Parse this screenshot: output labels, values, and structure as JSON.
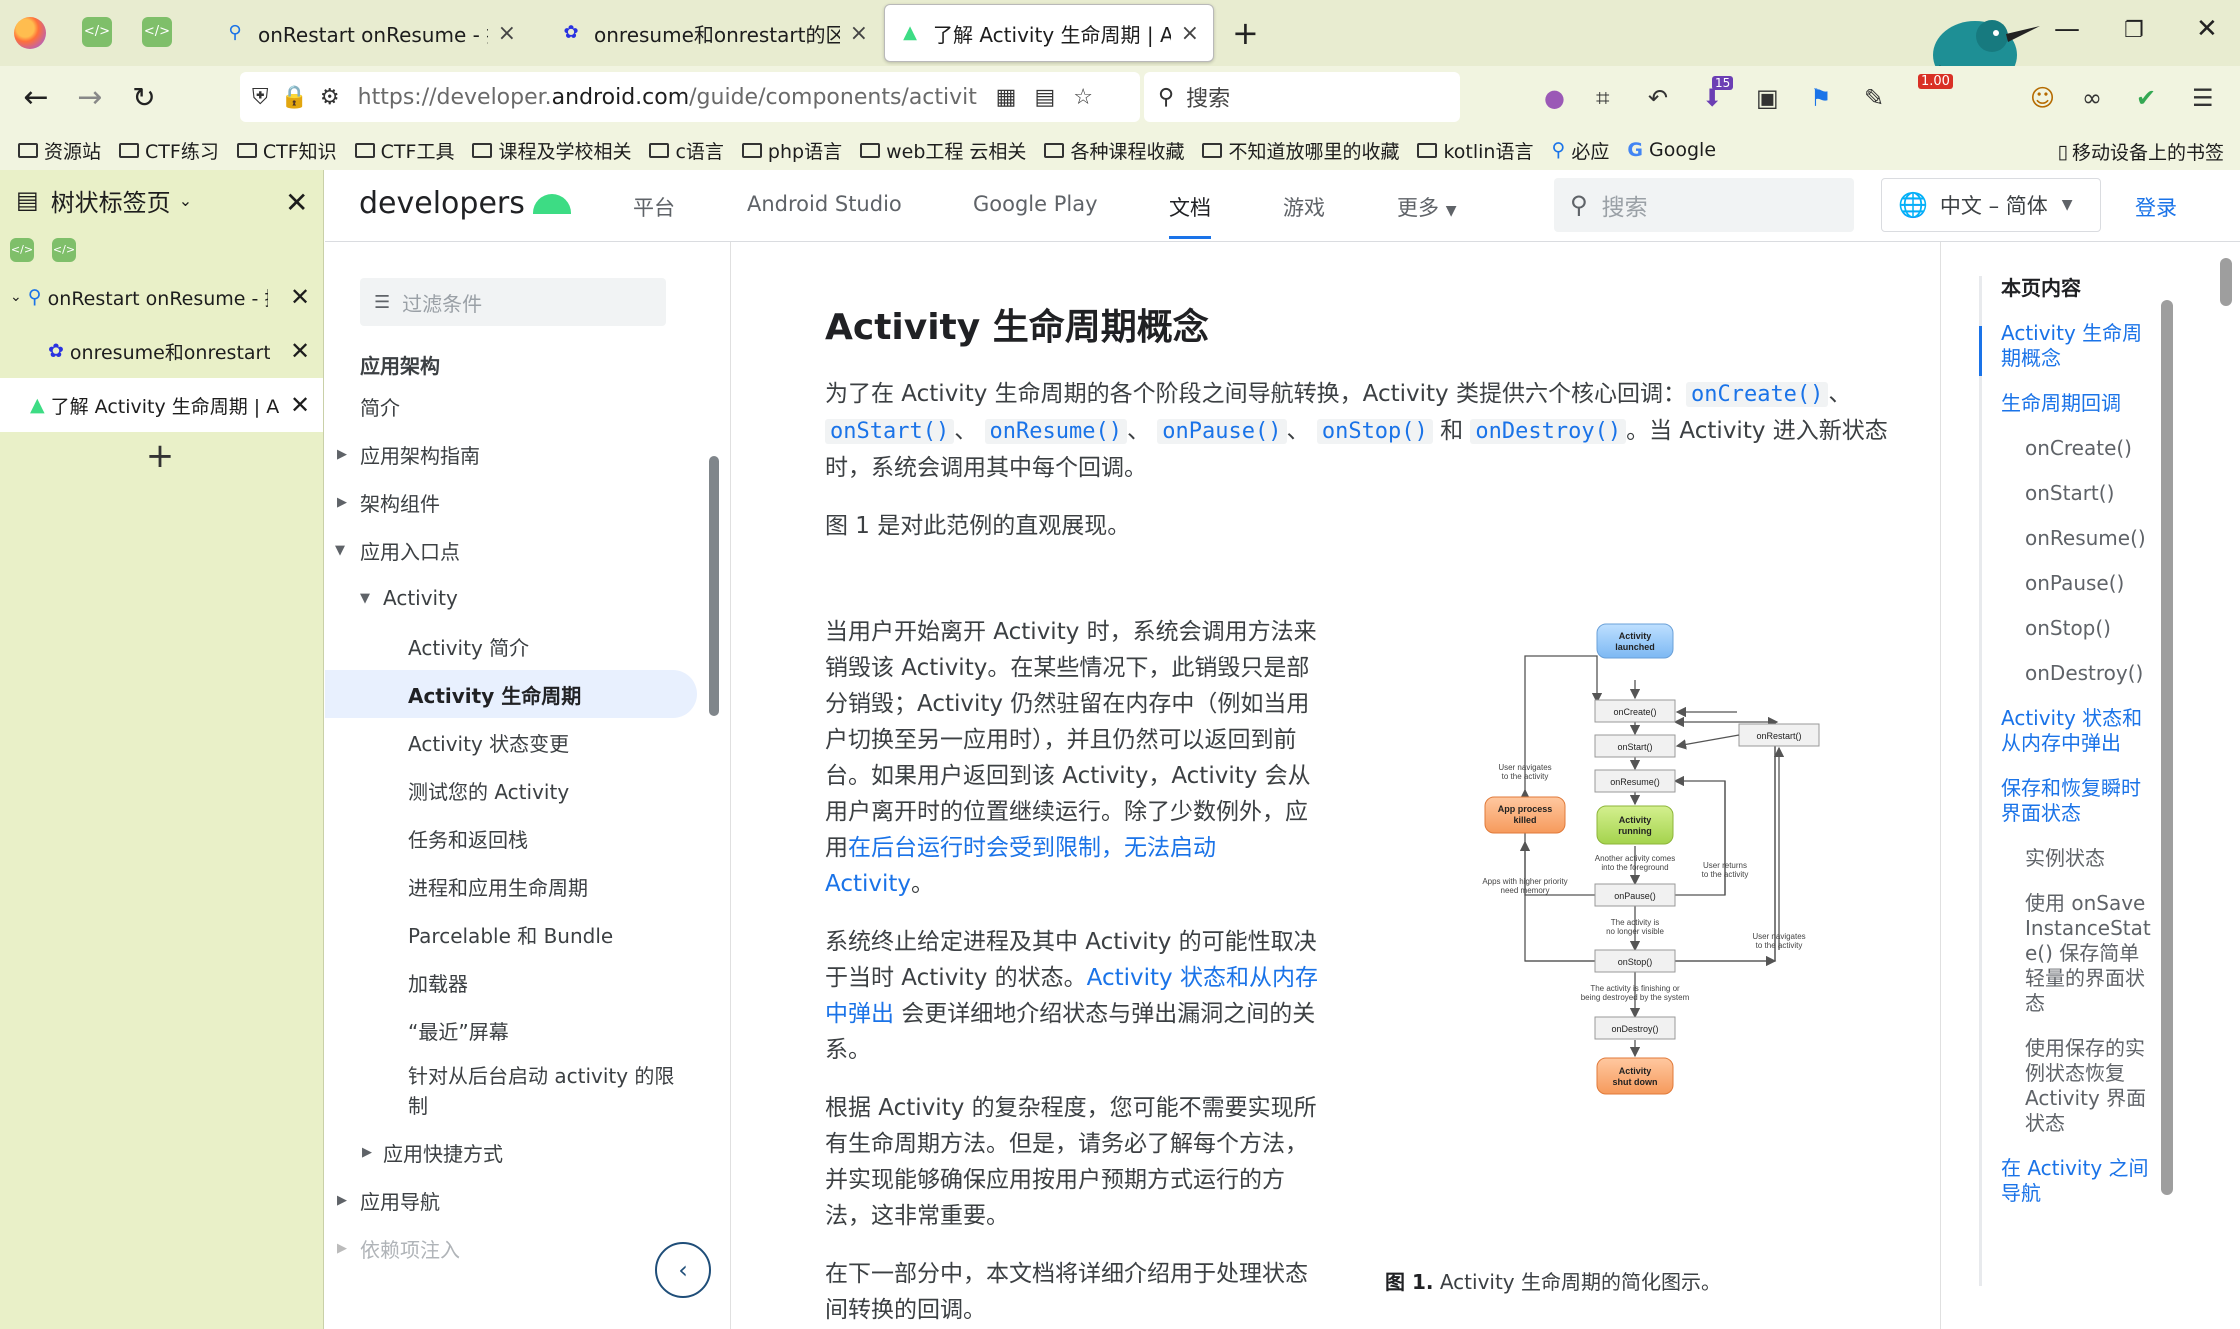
{
  "browser": {
    "tabs": [
      {
        "title": "onRestart onResume - 搜索",
        "icon": "search-icon"
      },
      {
        "title": "onresume和onrestart的区别?",
        "icon": "baidu-icon"
      },
      {
        "title": "了解 Activity 生命周期 | Andr",
        "icon": "android-icon"
      }
    ],
    "url_prefix": "https://developer.",
    "url_host": "android.com",
    "url_path": "/guide/components/activities/ac",
    "search_placeholder": "搜索",
    "badge_count": "15",
    "zoom": "1.00",
    "bookmarks": [
      "资源站",
      "CTF练习",
      "CTF知识",
      "CTF工具",
      "课程及学校相关",
      "c语言",
      "php语言",
      "web工程 云相关",
      "各种课程收藏",
      "不知道放哪里的收藏",
      "kotlin语言",
      "必应",
      "Google"
    ],
    "mobile_bookmarks": "移动设备上的书签"
  },
  "treetabs": {
    "title": "树状标签页",
    "items": [
      {
        "title": "onRestart onResume - 搜索"
      },
      {
        "title": "onresume和onrestart的区别"
      },
      {
        "title": "了解 Activity 生命周期 | Andr"
      }
    ]
  },
  "site": {
    "logo": "developers",
    "nav": [
      "平台",
      "Android Studio",
      "Google Play",
      "文档",
      "游戏",
      "更多"
    ],
    "search_placeholder": "搜索",
    "language": "中文 – 简体",
    "login": "登录"
  },
  "docnav": {
    "filter_placeholder": "过滤条件",
    "items": [
      "应用架构",
      "简介",
      "应用架构指南",
      "架构组件",
      "应用入口点",
      "Activity",
      "Activity 简介",
      "Activity 生命周期",
      "Activity 状态变更",
      "测试您的 Activity",
      "任务和返回栈",
      "进程和应用生命周期",
      "Parcelable 和 Bundle",
      "加载器",
      "“最近”屏幕",
      "针对从后台启动 activity 的限制",
      "应用快捷方式",
      "应用导航",
      "依赖项注入"
    ]
  },
  "article": {
    "title": "Activity 生命周期概念",
    "p1_a": "为了在 Activity 生命周期的各个阶段之间导航转换，Activity 类提供六个核心回调：",
    "callbacks": [
      "onCreate()",
      "onStart()",
      "onResume()",
      "onPause()",
      "onStop()",
      "onDestroy()"
    ],
    "sep": "、",
    "and": "和",
    "p1_b": "。当 Activity 进入新状态时，系统会调用其中每个回调。",
    "p2": "图 1 是对此范例的直观展现。",
    "p3_a": "当用户开始离开 Activity 时，系统会调用方法来销毁该 Activity。在某些情况下，此销毁只是部分销毁；Activity 仍然驻留在内存中（例如当用户切换至另一应用时），并且仍然可以返回到前台。如果用户返回到该 Activity，Activity 会从用户离开时的位置继续运行。除了少数例外，应用",
    "p3_link": "在后台运行时会受到限制，无法启动 Activity",
    "p3_b": "。",
    "p4_a": "系统终止给定进程及其中 Activity 的可能性取决于当时 Activity 的状态。",
    "p4_link": "Activity 状态和从内存中弹出",
    "p4_b": " 会更详细地介绍状态与弹出漏洞之间的关系。",
    "p5": "根据 Activity 的复杂程度，您可能不需要实现所有生命周期方法。但是，请务必了解每个方法，并实现能够确保应用按用户预期方式运行的方法，这非常重要。",
    "p6": "在下一部分中，本文档将详细介绍用于处理状态间转换的回调。",
    "caption_bold": "图 1.",
    "caption": " Activity 生命周期的简化图示。"
  },
  "diagram": {
    "launched": [
      "Activity",
      "launched"
    ],
    "running": [
      "Activity",
      "running"
    ],
    "killed": [
      "App process",
      "killed"
    ],
    "shutdown": [
      "Activity",
      "shut down"
    ],
    "onCreate": "onCreate()",
    "onStart": "onStart()",
    "onResume": "onResume()",
    "onPause": "onPause()",
    "onStop": "onStop()",
    "onDestroy": "onDestroy()",
    "onRestart": "onRestart()",
    "user_navigates_to": [
      "User navigates",
      "to the activity"
    ],
    "another_activity": [
      "Another activity comes",
      "into the foreground"
    ],
    "user_returns": [
      "User returns",
      "to the activity"
    ],
    "higher_priority": [
      "Apps with higher priority",
      "need memory"
    ],
    "no_longer_visible": [
      "The activity is",
      "no longer visible"
    ],
    "user_navigates_to2": [
      "User navigates",
      "to the activity"
    ],
    "finishing": [
      "The activity is finishing or",
      "being destroyed by the system"
    ]
  },
  "toc": {
    "heading": "本页内容",
    "items": [
      {
        "label": "Activity 生命周期概念",
        "level": 1
      },
      {
        "label": "生命周期回调",
        "level": 1
      },
      {
        "label": "onCreate()",
        "level": 2
      },
      {
        "label": "onStart()",
        "level": 2
      },
      {
        "label": "onResume()",
        "level": 2
      },
      {
        "label": "onPause()",
        "level": 2
      },
      {
        "label": "onStop()",
        "level": 2
      },
      {
        "label": "onDestroy()",
        "level": 2
      },
      {
        "label": "Activity 状态和从内存中弹出",
        "level": 1
      },
      {
        "label": "保存和恢复瞬时界面状态",
        "level": 1
      },
      {
        "label": "实例状态",
        "level": 2
      },
      {
        "label": "使用 onSaveInstanceState() 保存简单轻量的界面状态",
        "level": 2
      },
      {
        "label": "使用保存的实例状态恢复 Activity 界面状态",
        "level": 2
      },
      {
        "label": "在 Activity 之间导航",
        "level": 1
      }
    ]
  }
}
